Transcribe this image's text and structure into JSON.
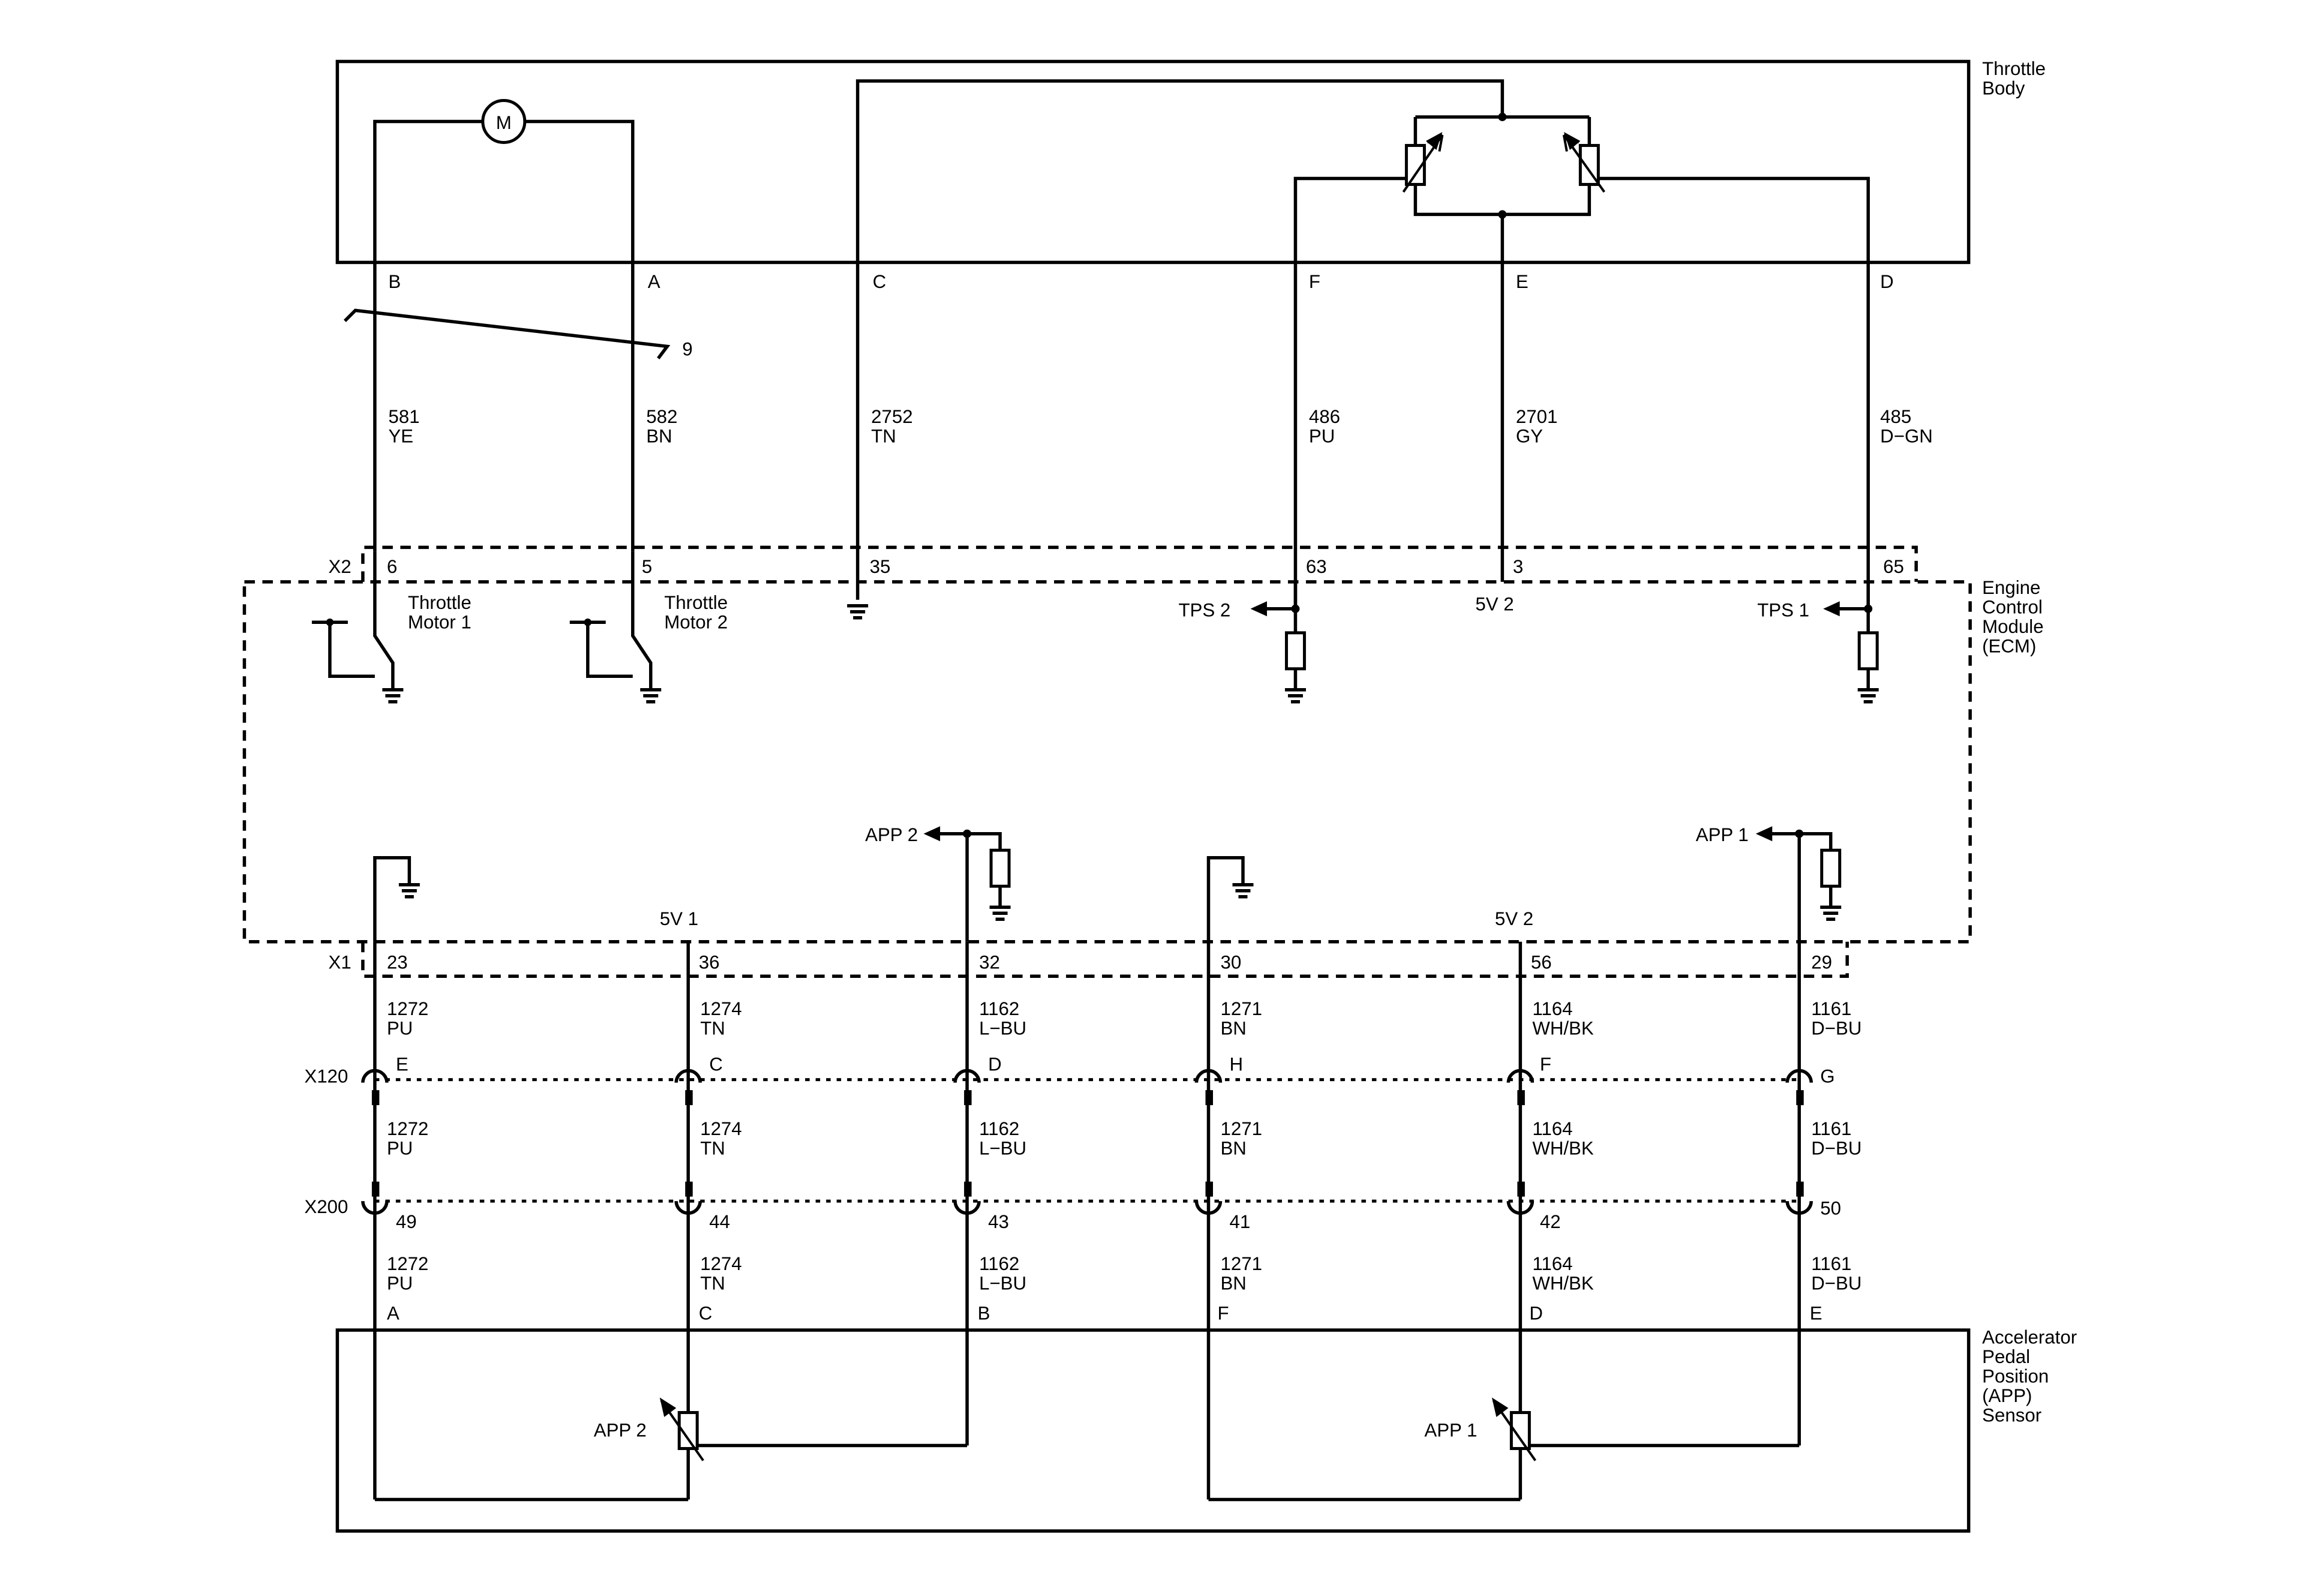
{
  "components": {
    "throttle_body": [
      "Throttle",
      "Body"
    ],
    "ecm": [
      "Engine",
      "Control",
      "Module",
      "(ECM)"
    ],
    "app_sensor": [
      "Accelerator",
      "Pedal",
      "Position",
      "(APP)",
      "Sensor"
    ],
    "motor_symbol": "M",
    "app_sensor_resistor_2": "APP 2",
    "app_sensor_resistor_1": "APP 1"
  },
  "throttle_body_pins": [
    "B",
    "A",
    "C",
    "F",
    "E",
    "D"
  ],
  "twisted_pair_ref": "9",
  "upper_wires": [
    {
      "circuit": "581",
      "color": "YE"
    },
    {
      "circuit": "582",
      "color": "BN"
    },
    {
      "circuit": "2752",
      "color": "TN"
    },
    {
      "circuit": "486",
      "color": "PU"
    },
    {
      "circuit": "2701",
      "color": "GY"
    },
    {
      "circuit": "485",
      "color": "D−GN"
    }
  ],
  "x2": {
    "label": "X2",
    "pins": [
      "6",
      "5",
      "35",
      "63",
      "3",
      "65"
    ]
  },
  "ecm_internal": {
    "motor1": [
      "Throttle",
      "Motor 1"
    ],
    "motor2": [
      "Throttle",
      "Motor 2"
    ],
    "tps2": "TPS 2",
    "tps1": "TPS 1",
    "v5_upper": "5V 2",
    "app2": "APP 2",
    "app1": "APP 1",
    "v5_1": "5V 1",
    "v5_2": "5V 2"
  },
  "x1": {
    "label": "X1",
    "pins": [
      "23",
      "36",
      "32",
      "30",
      "56",
      "29"
    ]
  },
  "lower_wires": [
    {
      "circuit": "1272",
      "color": "PU"
    },
    {
      "circuit": "1274",
      "color": "TN"
    },
    {
      "circuit": "1162",
      "color": "L−BU"
    },
    {
      "circuit": "1271",
      "color": "BN"
    },
    {
      "circuit": "1164",
      "color": "WH/BK"
    },
    {
      "circuit": "1161",
      "color": "D−BU"
    }
  ],
  "x120": {
    "label": "X120",
    "pins": [
      "E",
      "C",
      "D",
      "H",
      "F",
      "G"
    ]
  },
  "x200": {
    "label": "X200",
    "pins": [
      "49",
      "44",
      "43",
      "41",
      "42",
      "50"
    ]
  },
  "app_sensor_pins": [
    "A",
    "C",
    "B",
    "F",
    "D",
    "E"
  ]
}
